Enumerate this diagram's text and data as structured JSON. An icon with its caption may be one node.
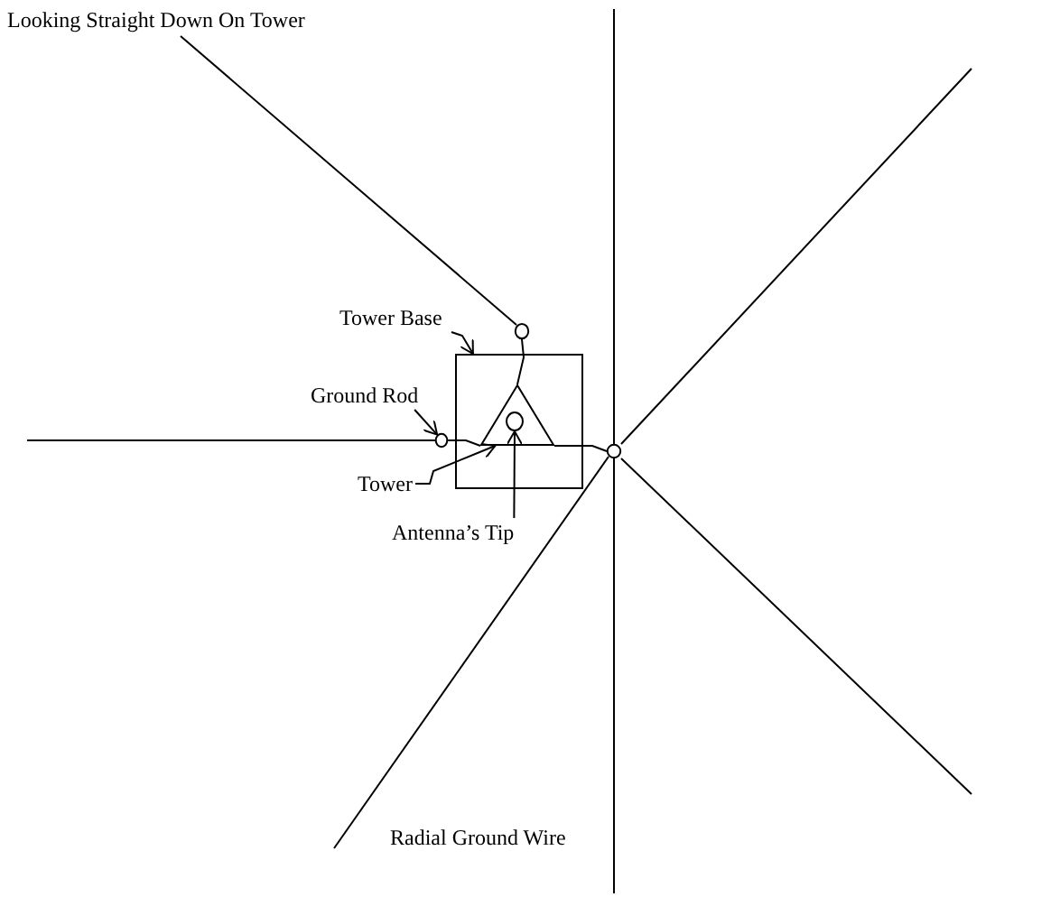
{
  "diagram": {
    "title": "Looking Straight Down On Tower",
    "nodes": [
      {
        "text": [],
        "shape": "circle"
      },
      {
        "text": [
          "Tower Base"
        ]
      },
      {
        "text": [],
        "shape": "box"
      },
      {
        "text": [],
        "shape": "triangle",
        "in": 2
      },
      {
        "text": [],
        "shape": "circle",
        "in": 3
      },
      {
        "text": [
          "Ground Rod"
        ]
      },
      {
        "text": [],
        "shape": "circle"
      },
      {
        "text": [],
        "shape": "circle"
      },
      {
        "text": [
          "Tower"
        ]
      },
      {
        "text": [
          "Antenna’s Tip"
        ]
      }
    ],
    "edges": [
      {
        "from": 1,
        "to": 2,
        "arrow": "to"
      },
      {
        "from": 5,
        "to": 6,
        "arrow": "to"
      },
      {
        "from": 8,
        "to": 3,
        "arrow": "to"
      },
      {
        "from": 9,
        "to": 4,
        "arrow": "to"
      },
      {
        "from": 6,
        "to": 3,
        "arrow": "none"
      },
      {
        "from": 3,
        "to": 7,
        "arrow": "none"
      },
      {
        "from": 3,
        "to": 0,
        "arrow": "none"
      }
    ],
    "labels": [
      "Radial Ground Wire"
    ]
  }
}
